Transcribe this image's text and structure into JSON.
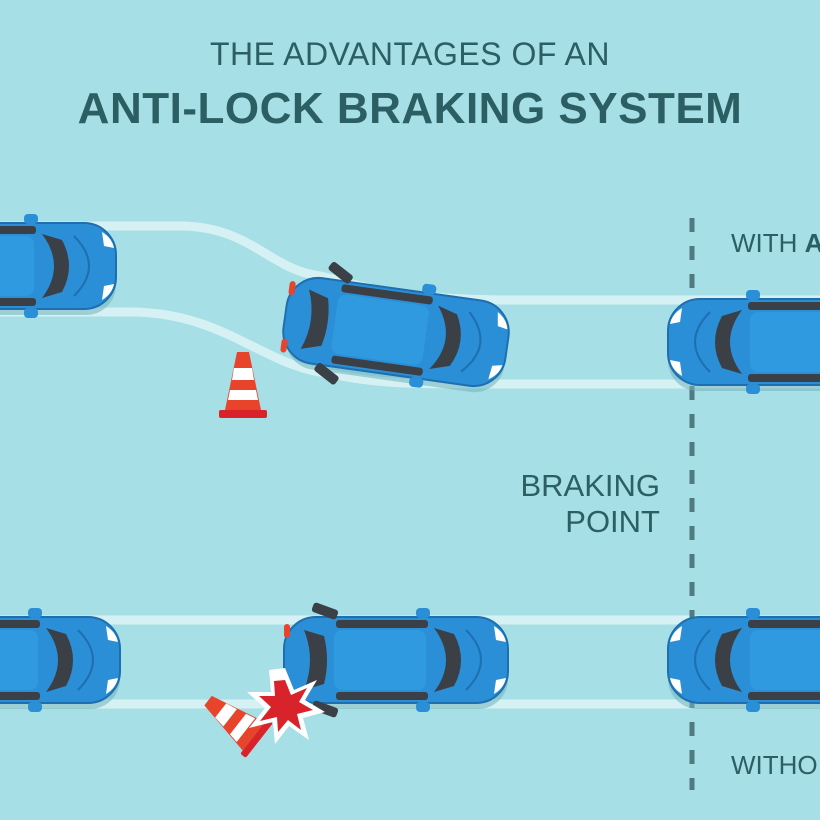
{
  "title": {
    "line1": "THE ADVANTAGES OF AN",
    "line2": "ANTI-LOCK BRAKING SYSTEM"
  },
  "labels": {
    "with_abs": "WITH A",
    "with_abs_emphasis": "A",
    "without_abs": "WITHO",
    "braking_point_line1": "BRAKING",
    "braking_point_line2": "POINT"
  },
  "scenes": [
    {
      "name": "with-abs",
      "outcome": "car steers around cone and stops past braking point"
    },
    {
      "name": "without-abs",
      "outcome": "car skids straight into cone"
    }
  ],
  "colors": {
    "background": "#a6dfe6",
    "car_body": "#2a8fd6",
    "car_glass": "#3b3f46",
    "tire_track": "#d6f1f3",
    "title_text": "#2c5f63",
    "cone": "#e8432b",
    "impact": "#d8232a"
  },
  "icons": [
    "traffic-cone-icon",
    "collision-burst-icon"
  ]
}
